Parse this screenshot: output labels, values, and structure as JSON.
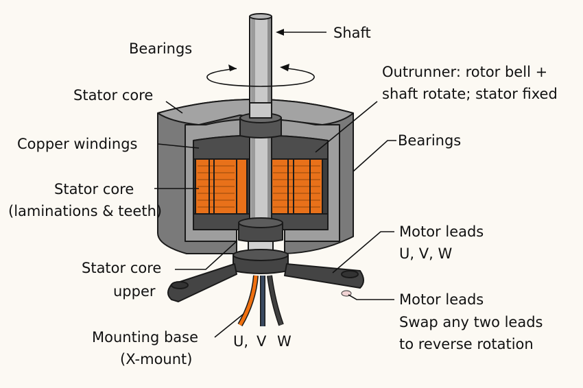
{
  "diagram": {
    "title": "Outrunner brushless motor cutaway",
    "labels": {
      "shaft": "Shaft",
      "bearings_top": "Bearings",
      "stator_core_top": "Stator core",
      "copper_windings": "Copper windings",
      "stator_core_lam_line1": "Stator core",
      "stator_core_lam_line2": "(laminations & teeth)",
      "outrunner_line1": "Outrunner: rotor bell +",
      "outrunner_line2": "shaft rotate; stator fixed",
      "bearings_right": "Bearings",
      "motor_leads_uvw_line1": "Motor leads",
      "motor_leads_uvw_line2": "U, V, W",
      "stator_upper_line1": "Stator core",
      "stator_upper_line2": "upper",
      "motor_leads_swap_line1": "Motor leads",
      "motor_leads_swap_line2": "Swap any two leads",
      "motor_leads_swap_line3": "to reverse rotation",
      "mounting_line1": "Mounting base",
      "mounting_line2": "(X-mount)",
      "wire_u": "U,",
      "wire_v": "V",
      "wire_w": "W"
    },
    "colors": {
      "background": "#fcf9f3",
      "copper": "#e8711a",
      "bell_light": "#9a9a9a",
      "bell_dark": "#6e6e6e",
      "stator_dark": "#3e3e3e",
      "shaft": "#c9c9c9",
      "wire_u": "#f07010",
      "wire_v": "#3a4a60",
      "wire_w": "#3a3a3a"
    }
  }
}
